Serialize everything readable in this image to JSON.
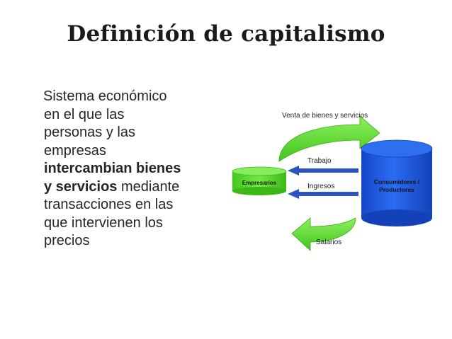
{
  "title": "Definición de capitalismo",
  "text": {
    "l1": "Sistema económico",
    "l2": "en el que las",
    "l3": "personas  y las",
    "l4": "empresas",
    "l5_bold": "intercambian bienes",
    "l6_bold": "y servicios",
    "l6_rest": " mediante",
    "l7": "transacciones en las",
    "l8": "que intervienen los",
    "l9": "precios"
  },
  "diagram": {
    "top_arrow_label": "Venta de bienes y servicios",
    "trabajo": "Trabajo",
    "ingresos": "Ingresos",
    "bottom_arrow_label": "Salarios",
    "empresarios": "Empresarios",
    "consumidores_1": "Consumidores /",
    "consumidores_2": "Productores",
    "colors": {
      "cylinder": "#1f5fe8",
      "arrow_green": "#4fd629",
      "blue_arrow": "#2d52c4"
    }
  }
}
